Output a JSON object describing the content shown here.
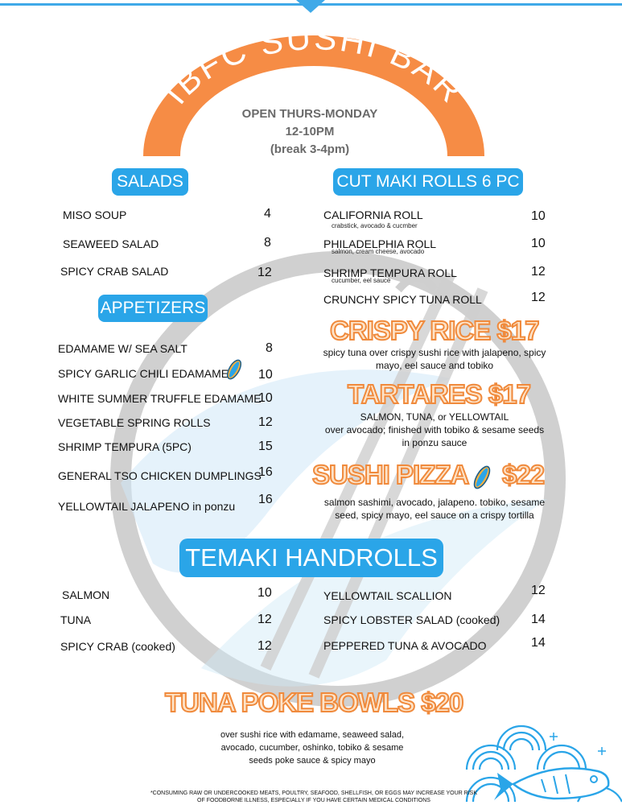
{
  "title": "IBFC SUSHI BAR",
  "hours": [
    "OPEN THURS-MONDAY",
    "12-10PM",
    "(break 3-4pm)"
  ],
  "colors": {
    "accent_blue": "#2aa5e8",
    "accent_orange": "#f68c45",
    "headline_fill": "#fde3c8"
  },
  "salads": {
    "label": "SALADS",
    "items": [
      {
        "name": "MISO SOUP",
        "price": "4"
      },
      {
        "name": "SEAWEED SALAD",
        "price": "8"
      },
      {
        "name": "SPICY CRAB SALAD",
        "price": "12"
      }
    ]
  },
  "appetizers": {
    "label": "APPETIZERS",
    "items": [
      {
        "name": "EDAMAME W/ SEA SALT",
        "price": "8"
      },
      {
        "name": "SPICY GARLIC CHILI EDAMAME",
        "price": "10"
      },
      {
        "name": "WHITE SUMMER TRUFFLE EDAMAME",
        "price": "10"
      },
      {
        "name": "VEGETABLE SPRING ROLLS",
        "price": "12"
      },
      {
        "name": "SHRIMP TEMPURA (5PC)",
        "price": "15"
      },
      {
        "name": "GENERAL TSO CHICKEN DUMPLINGS",
        "price": "16"
      },
      {
        "name": "YELLOWTAIL JALAPENO in ponzu",
        "price": "16"
      }
    ]
  },
  "maki": {
    "label": "CUT MAKI ROLLS 6 PC",
    "items": [
      {
        "name": "CALIFORNIA ROLL",
        "sub": "crabstick, avocado & cucmber",
        "price": "10"
      },
      {
        "name": "PHILADELPHIA ROLL",
        "sub": "salmon, cream cheese, avocado",
        "price": "10"
      },
      {
        "name": "SHRIMP TEMPURA ROLL",
        "sub": "cucumber, eel sauce",
        "price": "12"
      },
      {
        "name": "CRUNCHY SPICY TUNA ROLL",
        "sub": "",
        "price": "12"
      }
    ]
  },
  "crispy_rice": {
    "title": "CRISPY RICE $17",
    "desc": [
      "spicy tuna over crispy sushi rice with jalapeno, spicy",
      "mayo, eel sauce and tobiko"
    ]
  },
  "tartares": {
    "title": "TARTARES $17",
    "desc": [
      "SALMON, TUNA, or YELLOWTAIL",
      "over avocado; finished with tobiko & sesame seeds",
      "in ponzu sauce"
    ]
  },
  "sushi_pizza": {
    "title": "SUSHI PIZZA",
    "price": "$22",
    "desc": [
      "salmon sashimi, avocado, jalapeno. tobiko, sesame",
      "seed, spicy mayo, eel sauce on a crispy tortilla"
    ]
  },
  "temaki": {
    "label": "TEMAKI HANDROLLS",
    "left": [
      {
        "name": "SALMON",
        "price": "10"
      },
      {
        "name": "TUNA",
        "price": "12"
      },
      {
        "name": "SPICY CRAB (cooked)",
        "price": "12"
      }
    ],
    "right": [
      {
        "name": "YELLOWTAIL SCALLION",
        "price": "12"
      },
      {
        "name": "SPICY LOBSTER SALAD (cooked)",
        "price": "14"
      },
      {
        "name": "PEPPERED TUNA & AVOCADO",
        "price": "14"
      }
    ]
  },
  "poke": {
    "title": "TUNA POKE BOWLS $20",
    "desc": [
      "over sushi rice with edamame, seaweed salad,",
      "avocado, cucumber, oshinko, tobiko & sesame",
      "seeds poke sauce & spicy mayo"
    ]
  },
  "disclaimer": [
    "*CONSUMING RAW OR UNDERCOOKED MEATS, POULTRY, SEAFOOD, SHELLFISH, OR EGGS MAY INCREASE YOUR RISK",
    "OF FOODBORNE ILLNESS, ESPECIALLY IF YOU HAVE CERTAIN MEDICAL CONDITIONS"
  ]
}
